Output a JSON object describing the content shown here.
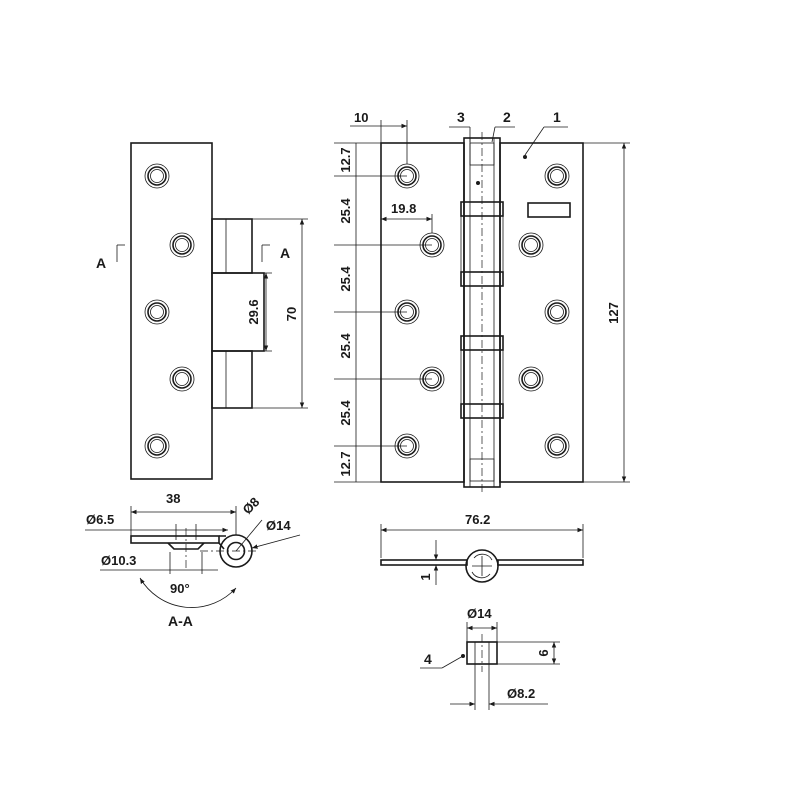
{
  "front_view": {
    "section_marks": [
      "A",
      "A"
    ],
    "dims": {
      "knuckle_segment": "29.6",
      "knuckle_length": "70"
    }
  },
  "section_view": {
    "title": "A-A",
    "dims": {
      "width": "38",
      "screw_hole": "Ø6.5",
      "countersink": "Ø10.3",
      "pin": "Ø8",
      "knuckle": "Ø14",
      "angle": "90°"
    }
  },
  "main_view": {
    "dims": {
      "edge_offset": "10",
      "inner_offset": "19.8",
      "pitch_top": "12.7",
      "pitch_1": "25.4",
      "pitch_2": "25.4",
      "pitch_3": "25.4",
      "pitch_4": "25.4",
      "pitch_bottom": "12.7",
      "height": "127"
    },
    "callouts": [
      "3",
      "2",
      "1"
    ]
  },
  "top_view": {
    "dims": {
      "open_width": "76.2",
      "thickness": "1"
    }
  },
  "bearing_detail": {
    "callout": "4",
    "dims": {
      "outer": "Ø14",
      "inner": "Ø8.2",
      "height": "6"
    }
  }
}
